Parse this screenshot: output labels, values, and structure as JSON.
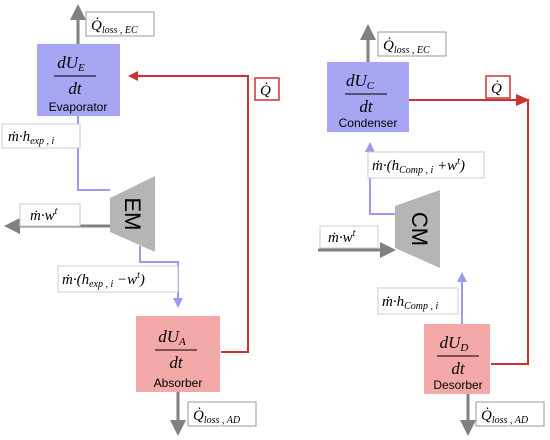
{
  "left": {
    "q_loss_top": {
      "dot": "Q̇",
      "sub": "loss , EC"
    },
    "evaporator": {
      "num": "dU",
      "num_sub": "E",
      "den": "dt",
      "name": "Evaporator"
    },
    "q_label": "Q̇",
    "m_h_exp": {
      "dot": "ṁ",
      "mid": "·h",
      "sub": "exp , i"
    },
    "m_w": {
      "dot": "ṁ",
      "mid": "·w",
      "sup": "t"
    },
    "machine": "EM",
    "m_h_minus_w": {
      "dot": "ṁ",
      "a": "·(h",
      "sub": "exp , i",
      "b": " −w",
      "sup": "t",
      "c": ")"
    },
    "absorber": {
      "num": "dU",
      "num_sub": "A",
      "den": "dt",
      "name": "Absorber"
    },
    "q_loss_bottom": {
      "dot": "Q̇",
      "sub": "loss , AD"
    }
  },
  "right": {
    "q_loss_top": {
      "dot": "Q̇",
      "sub": "loss , EC"
    },
    "condenser": {
      "num": "dU",
      "num_sub": "C",
      "den": "dt",
      "name": "Condenser"
    },
    "q_label": "Q̇",
    "m_h_plus_w": {
      "dot": "ṁ",
      "a": "·(h",
      "sub": "Comp , i",
      "b": " +w",
      "sup": "t",
      "c": ")"
    },
    "m_w": {
      "dot": "ṁ",
      "mid": "·w",
      "sup": "t"
    },
    "machine": "CM",
    "m_h_comp": {
      "dot": "ṁ",
      "mid": "·h",
      "sub": "Comp , i"
    },
    "desorber": {
      "num": "dU",
      "num_sub": "D",
      "den": "dt",
      "name": "Desorber"
    },
    "q_loss_bottom": {
      "dot": "Q̇",
      "sub": "loss , AD"
    }
  },
  "colors": {
    "unit_blue": "#a6a6f2",
    "unit_red": "#f4a9a9",
    "flow_blue": "#9a9af0",
    "flow_red": "#cc3333",
    "gray": "#808080",
    "machine_gray": "#b5b5b5"
  }
}
